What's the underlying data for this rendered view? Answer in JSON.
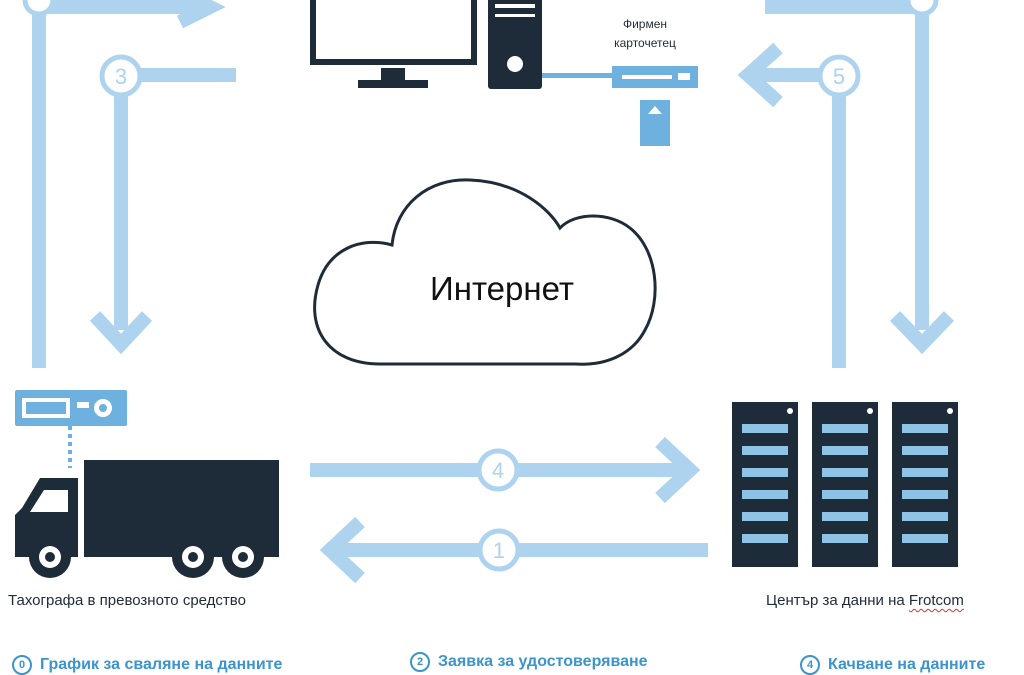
{
  "card_reader_label": [
    "Фирмен",
    "карточетец"
  ],
  "cloud_label": "Интернет",
  "truck_label": "Тахографа в превозното средство",
  "datacenter_label": {
    "prefix": "Център за данни на ",
    "brand": "Frotcom"
  },
  "step_numbers": [
    "1",
    "3",
    "4",
    "5"
  ],
  "legend": [
    {
      "num": "0",
      "text": "График за сваляне на данните"
    },
    {
      "num": "2",
      "text": "Заявка за удостоверяване"
    },
    {
      "num": "4",
      "text": "Качване на данните"
    }
  ],
  "colors": {
    "arrow": "#aed3ee",
    "dark": "#1e2b38",
    "accent": "#3b94cc",
    "slot": "#8fc3e6"
  }
}
